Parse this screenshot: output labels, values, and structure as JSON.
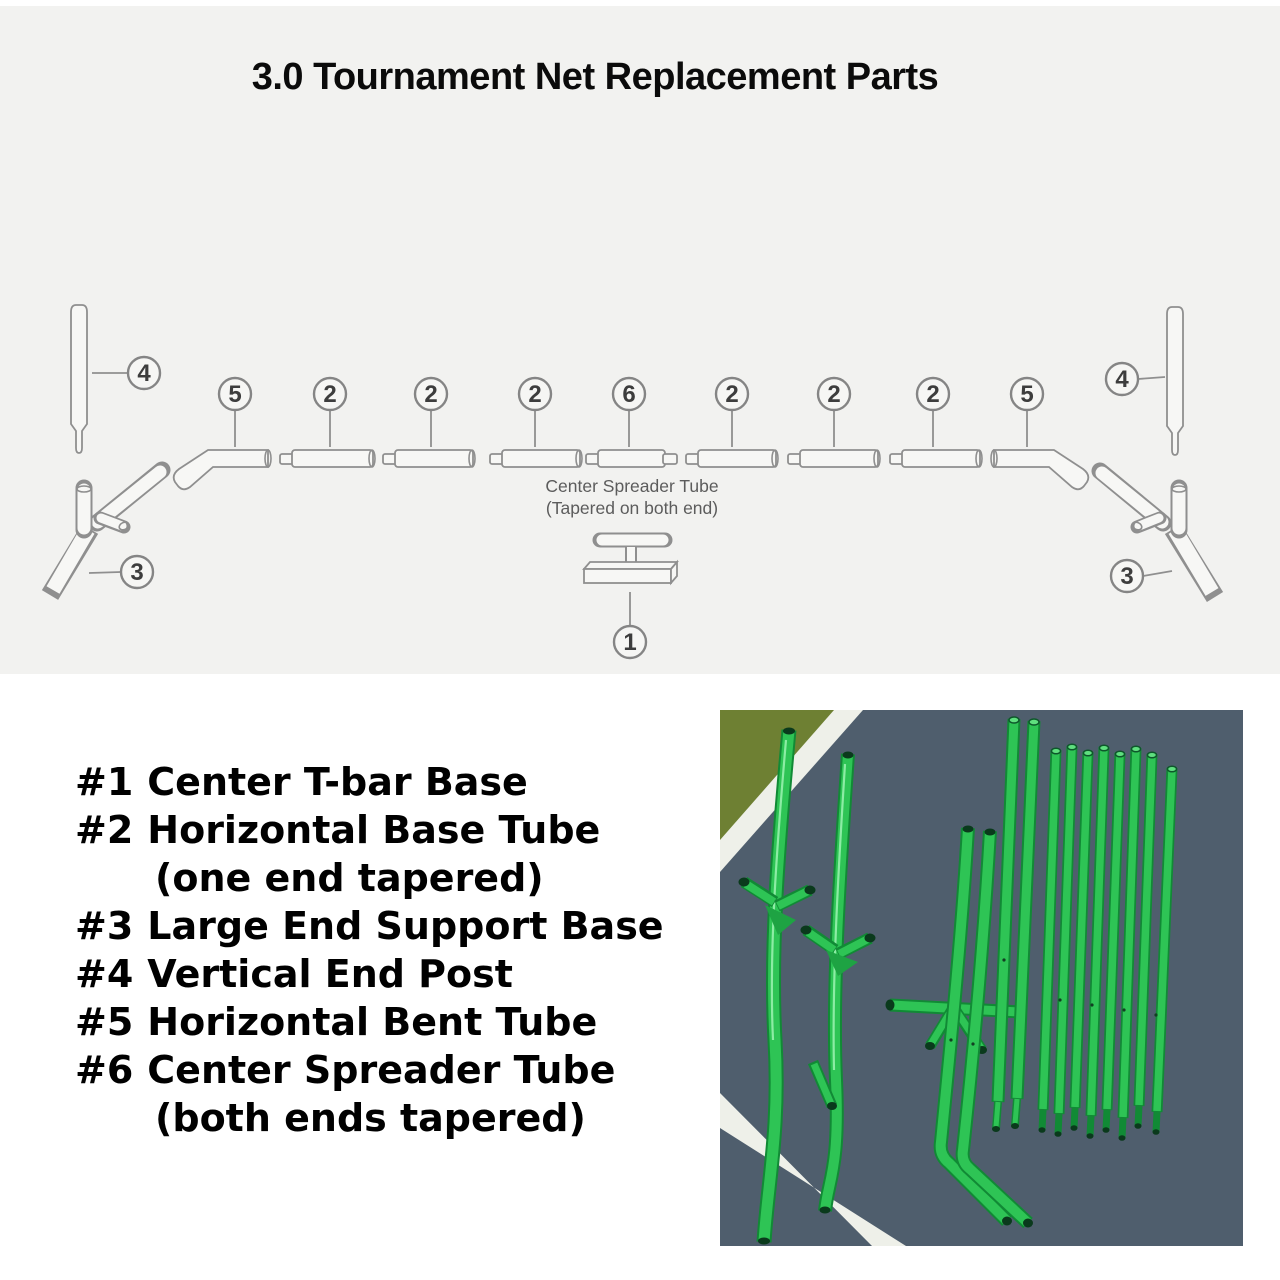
{
  "title": "3.0 Tournament Net Replacement Parts",
  "diagram": {
    "center_note": {
      "line1": "Center Spreader Tube",
      "line2": "(Tapered on both end)"
    },
    "callout_labels": [
      "4",
      "5",
      "2",
      "2",
      "2",
      "6",
      "2",
      "2",
      "2",
      "5",
      "4",
      "3",
      "3",
      "1"
    ]
  },
  "parts_list": {
    "items": [
      {
        "number": "#1",
        "name": "Center T-bar Base",
        "note": ""
      },
      {
        "number": "#2",
        "name": "Horizontal Base Tube",
        "note": "(one end tapered)"
      },
      {
        "number": "#3",
        "name": "Large End Support Base",
        "note": ""
      },
      {
        "number": "#4",
        "name": "Vertical End Post",
        "note": ""
      },
      {
        "number": "#5",
        "name": "Horizontal Bent Tube",
        "note": ""
      },
      {
        "number": "#6",
        "name": "Center Spreader Tube",
        "note": "(both ends tapered)"
      }
    ]
  },
  "photo": {
    "colors": {
      "court": "#4f5e6d",
      "grass": "#6e8033",
      "court_line": "#eef0e9",
      "part_green": "#2ec455"
    }
  }
}
